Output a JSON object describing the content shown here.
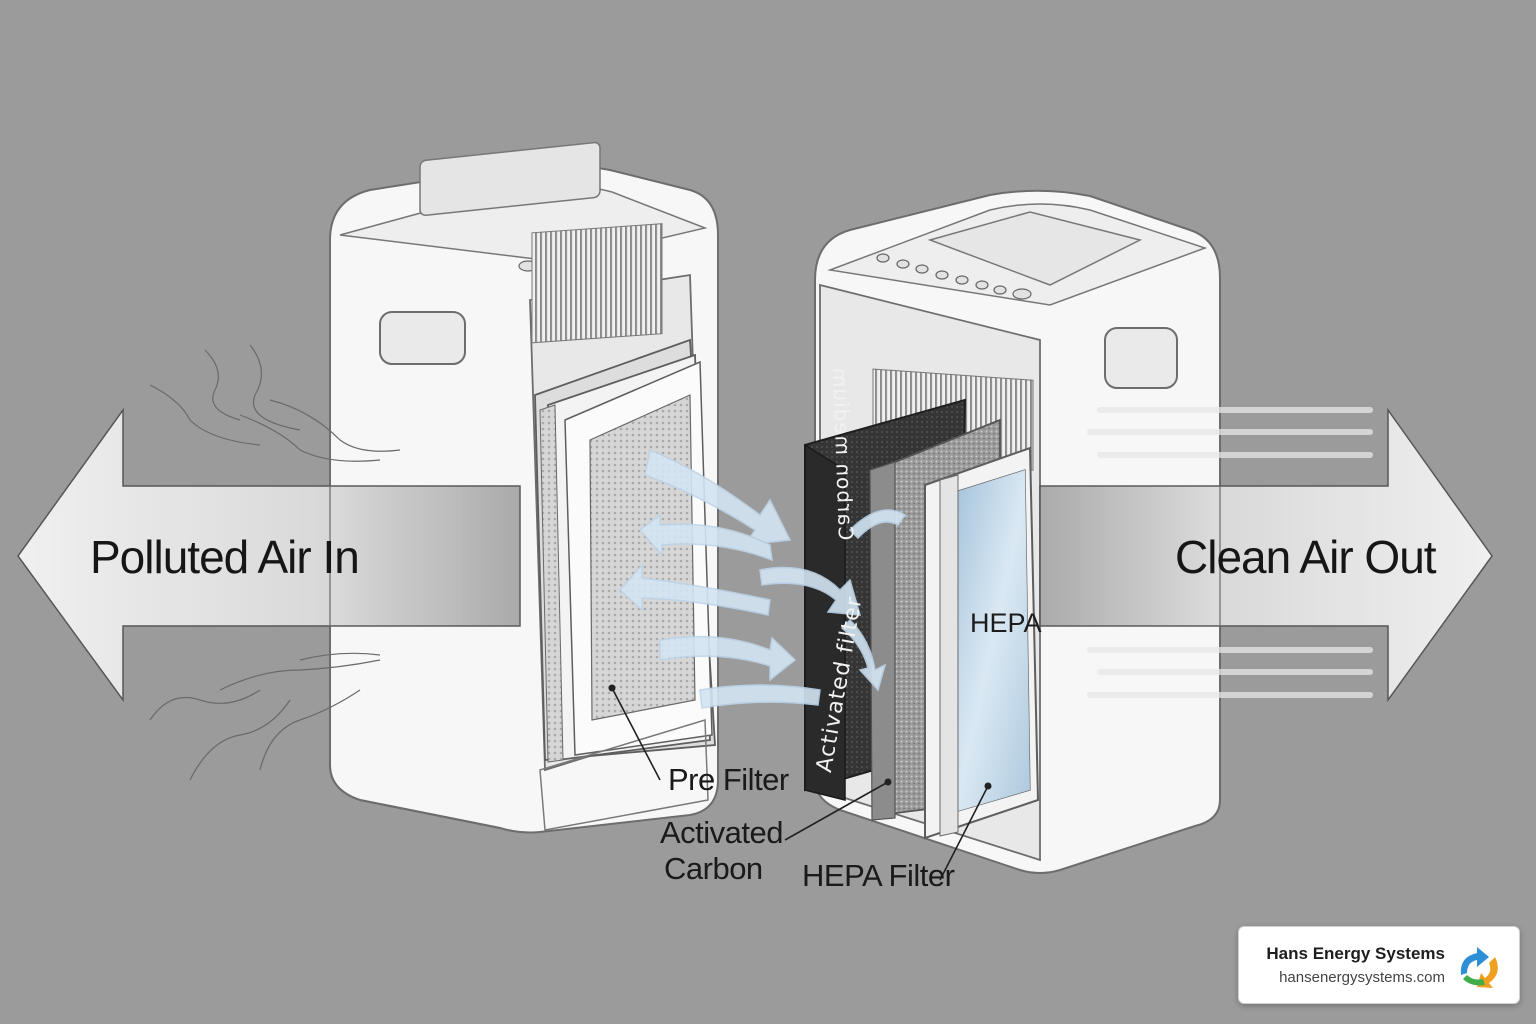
{
  "labels": {
    "inflow": "Polluted Air In",
    "outflow": "Clean Air Out",
    "pre_filter": "Pre Filter",
    "carbon_line1": "Activated",
    "carbon_line2": "Carbon",
    "hepa_filter": "HEPA Filter",
    "hepa_face": "HEPA",
    "carbon_face_a": "Activated filter",
    "carbon_face_b": "Carbon medium"
  },
  "brand": {
    "name": "Hans Energy Systems",
    "url": "hansenergysystems.com"
  },
  "icons": {
    "logo": "recycle-arrows-icon"
  },
  "colors": {
    "background": "#9b9b9b",
    "unit_body": "#f7f7f7",
    "outline": "#6d6d6d",
    "carbon": "#3a3a3a",
    "hepa_glass": "#b7d0e3",
    "airflow": "#cfe2f1"
  }
}
